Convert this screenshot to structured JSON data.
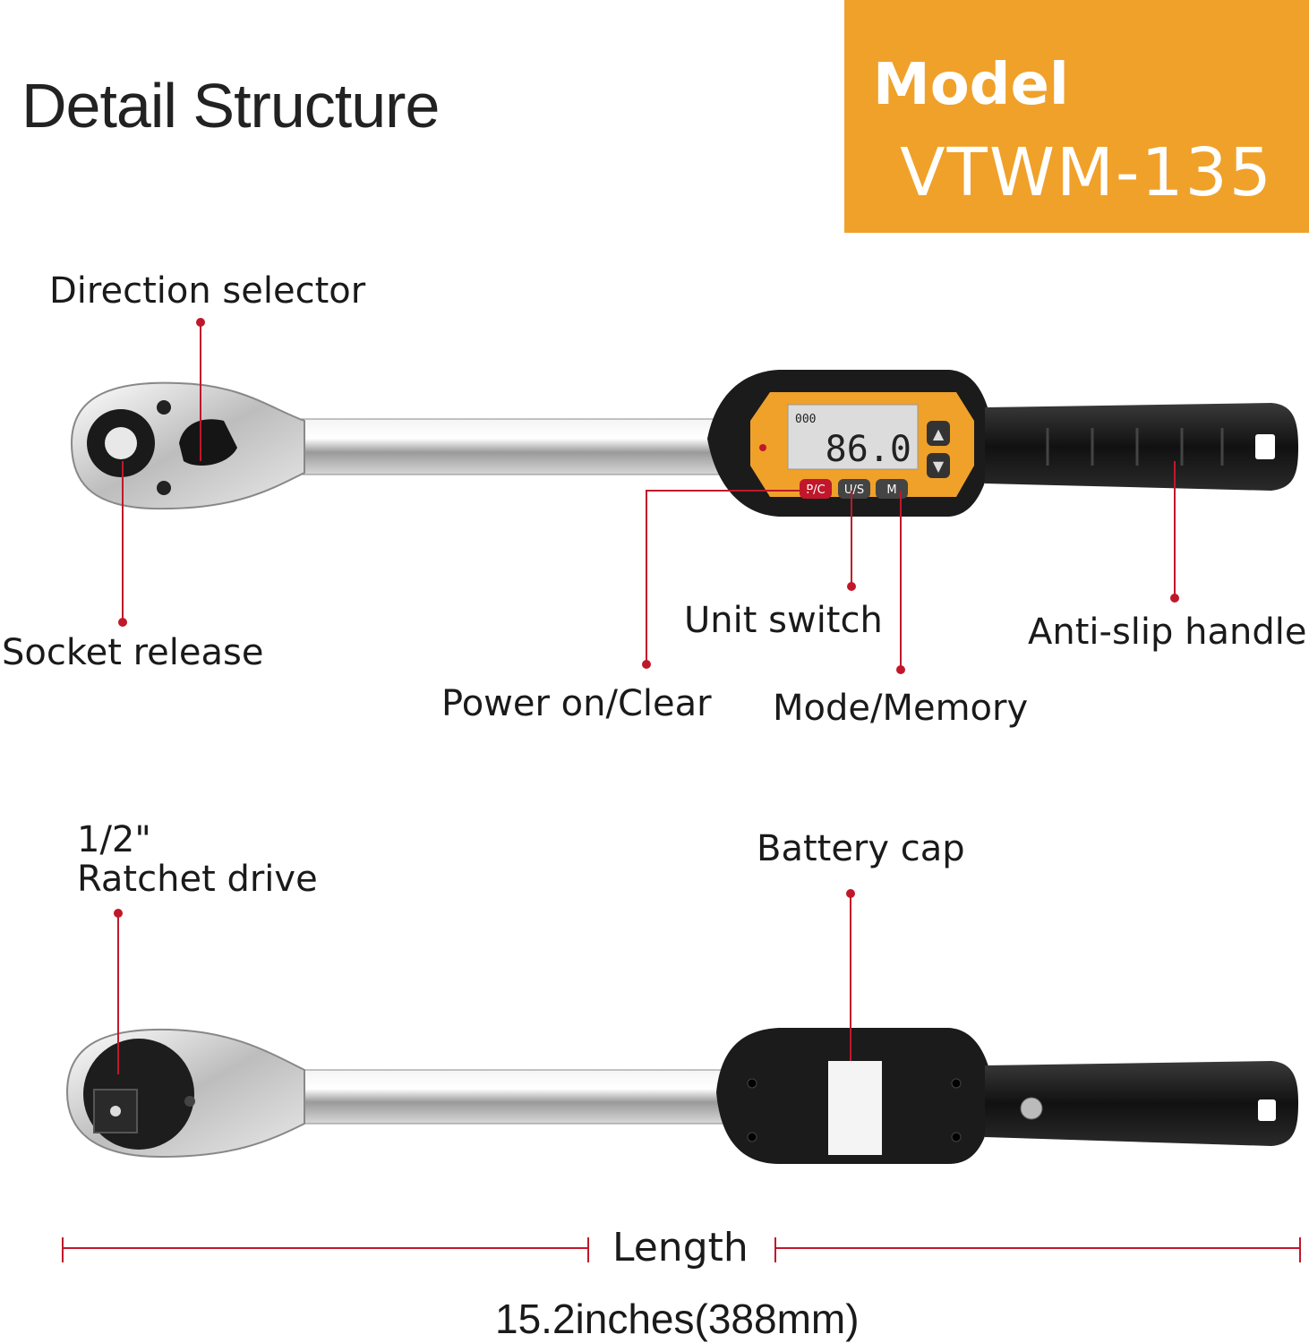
{
  "heading": "Detail Structure",
  "model": {
    "label": "Model",
    "value": "VTWM-135"
  },
  "callouts": {
    "direction_selector": "Direction selector",
    "socket_release": "Socket release",
    "unit_switch": "Unit switch",
    "anti_slip_handle": "Anti-slip handle",
    "power_on_clear": "Power on/Clear",
    "mode_memory": "Mode/Memory",
    "ratchet_drive_line1": "1/2\"",
    "ratchet_drive_line2": "Ratchet drive",
    "battery_cap": "Battery cap"
  },
  "display": {
    "reading": "86.0",
    "small_reading": "000",
    "buttons": [
      "P/C",
      "U/S",
      "M"
    ]
  },
  "dimension": {
    "label": "Length",
    "value": "15.2inches(388mm)"
  },
  "colors": {
    "accent_orange": "#f0a12a",
    "callout_red": "#c0182a",
    "body_black": "#1b1b1b"
  }
}
